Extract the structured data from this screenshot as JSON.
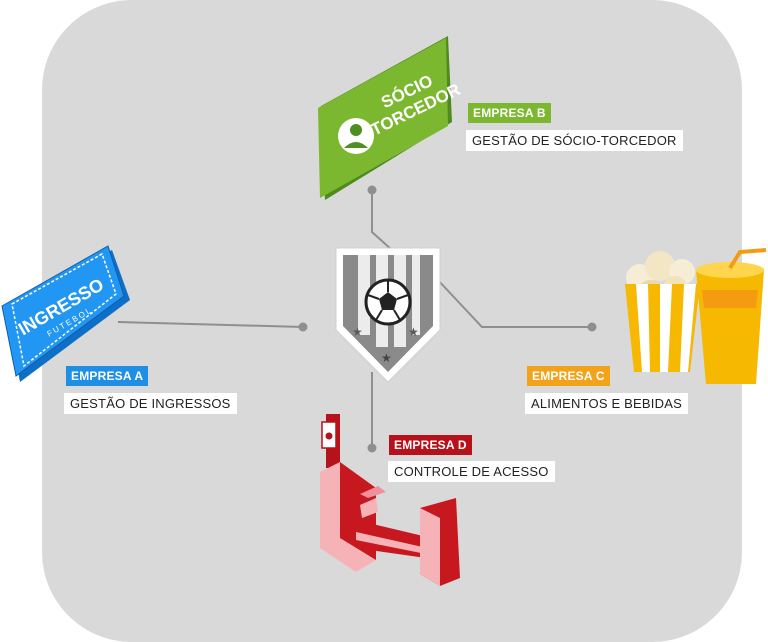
{
  "colors": {
    "panel": "#d9d9d9",
    "connector": "#8f8f8f",
    "company_a": "#1f8fe6",
    "company_b": "#7cb82f",
    "company_c": "#f0a31b",
    "company_d": "#b5121b"
  },
  "nodes": {
    "a": {
      "company": "EMPRESA A",
      "role": "GESTÃO DE INGRESSOS",
      "icon": "ticket-icon",
      "art_title": "INGRESSO",
      "art_subtitle": "FUTEBOL"
    },
    "b": {
      "company": "EMPRESA B",
      "role": "GESTÃO DE SÓCIO-TORCEDOR",
      "icon": "member-card-icon",
      "art_title_1": "SÓCIO",
      "art_title_2": "TORCEDOR"
    },
    "c": {
      "company": "EMPRESA C",
      "role": "ALIMENTOS E BEBIDAS",
      "icon": "popcorn-drink-icon"
    },
    "d": {
      "company": "EMPRESA D",
      "role": "CONTROLE DE ACESSO",
      "icon": "turnstile-icon"
    }
  },
  "center": {
    "icon": "soccer-shield-icon"
  }
}
